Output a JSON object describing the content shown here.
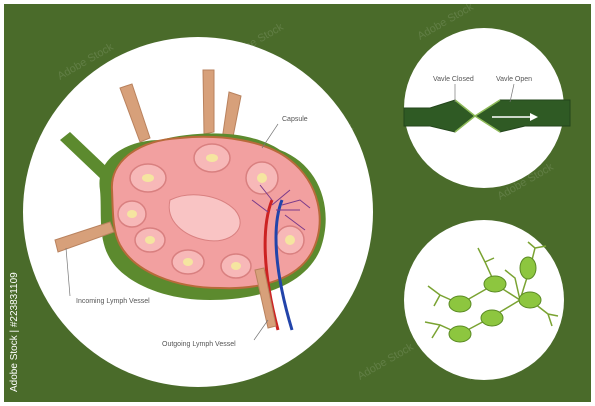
{
  "labels": {
    "capsule": "Capsule",
    "incoming": "Incoming Lymph Vessel",
    "outgoing": "Outgoing Lymph Vessel",
    "valve_closed": "Vavle Closed",
    "valve_open": "Vavle Open"
  },
  "watermark": {
    "text": "Adobe Stock",
    "side_id": "Adobe Stock | #223831109"
  },
  "colors": {
    "background": "#4a6b2a",
    "node_pink": "#f2a0a0",
    "node_green": "#5c8a2e",
    "artery": "#cc2222",
    "vein": "#2244aa",
    "vessel": "#d7a07a"
  }
}
